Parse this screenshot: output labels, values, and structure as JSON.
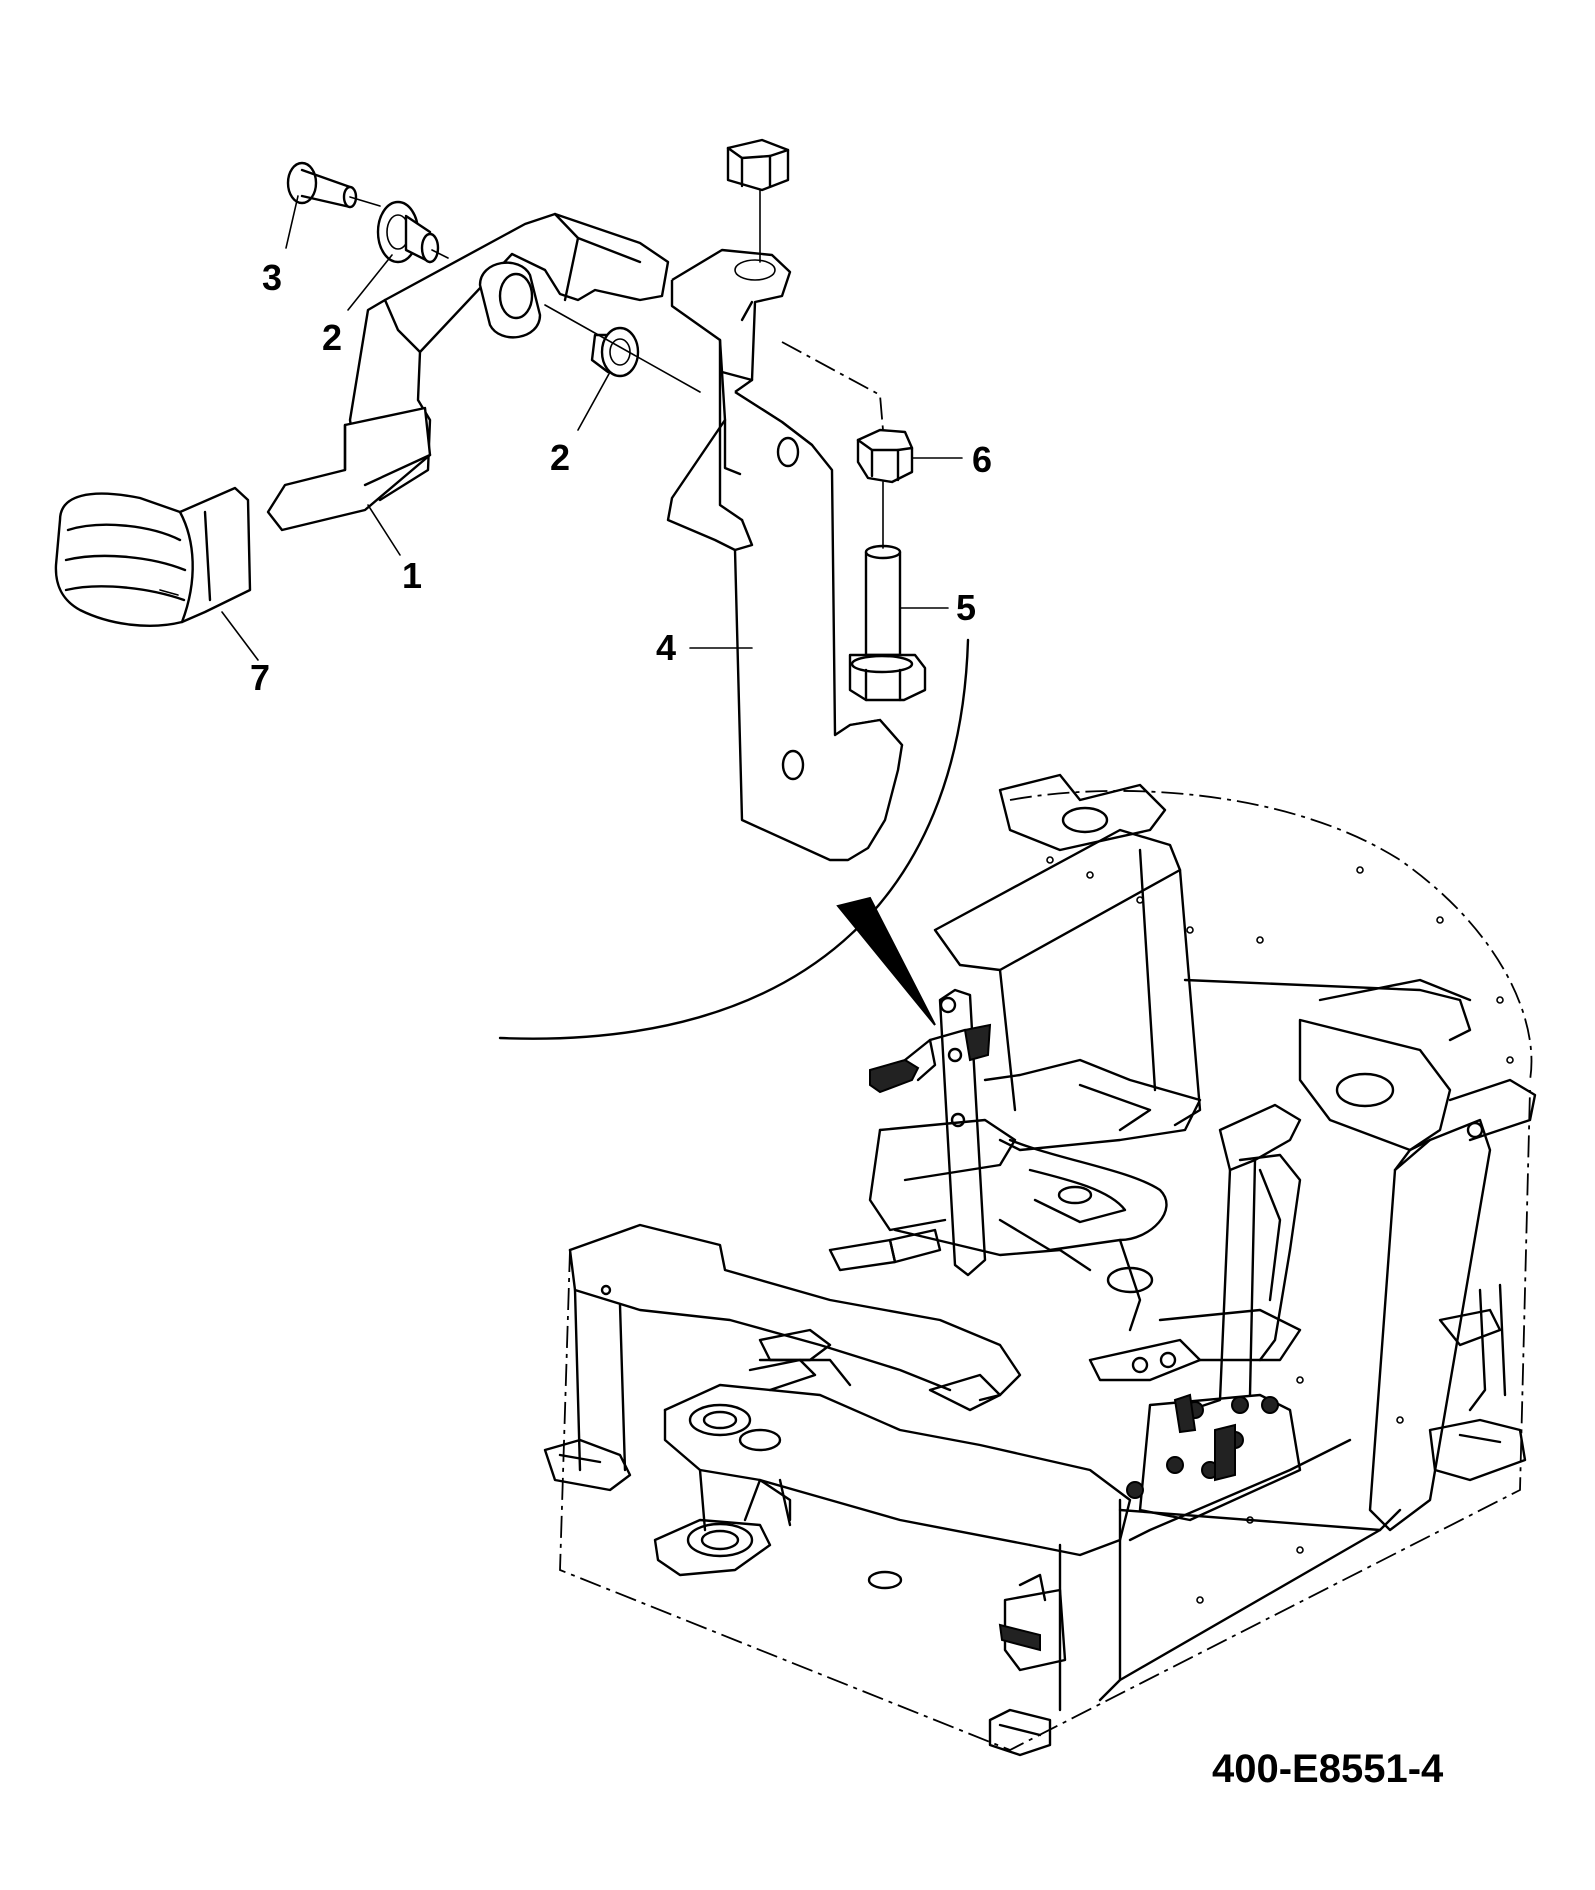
{
  "callouts": [
    {
      "id": "callout-1",
      "label": "1"
    },
    {
      "id": "callout-2a",
      "label": "2"
    },
    {
      "id": "callout-2b",
      "label": "2"
    },
    {
      "id": "callout-3",
      "label": "3"
    },
    {
      "id": "callout-4",
      "label": "4"
    },
    {
      "id": "callout-5",
      "label": "5"
    },
    {
      "id": "callout-6",
      "label": "6"
    },
    {
      "id": "callout-7",
      "label": "7"
    }
  ],
  "drawing_number": "400-E8551-4"
}
